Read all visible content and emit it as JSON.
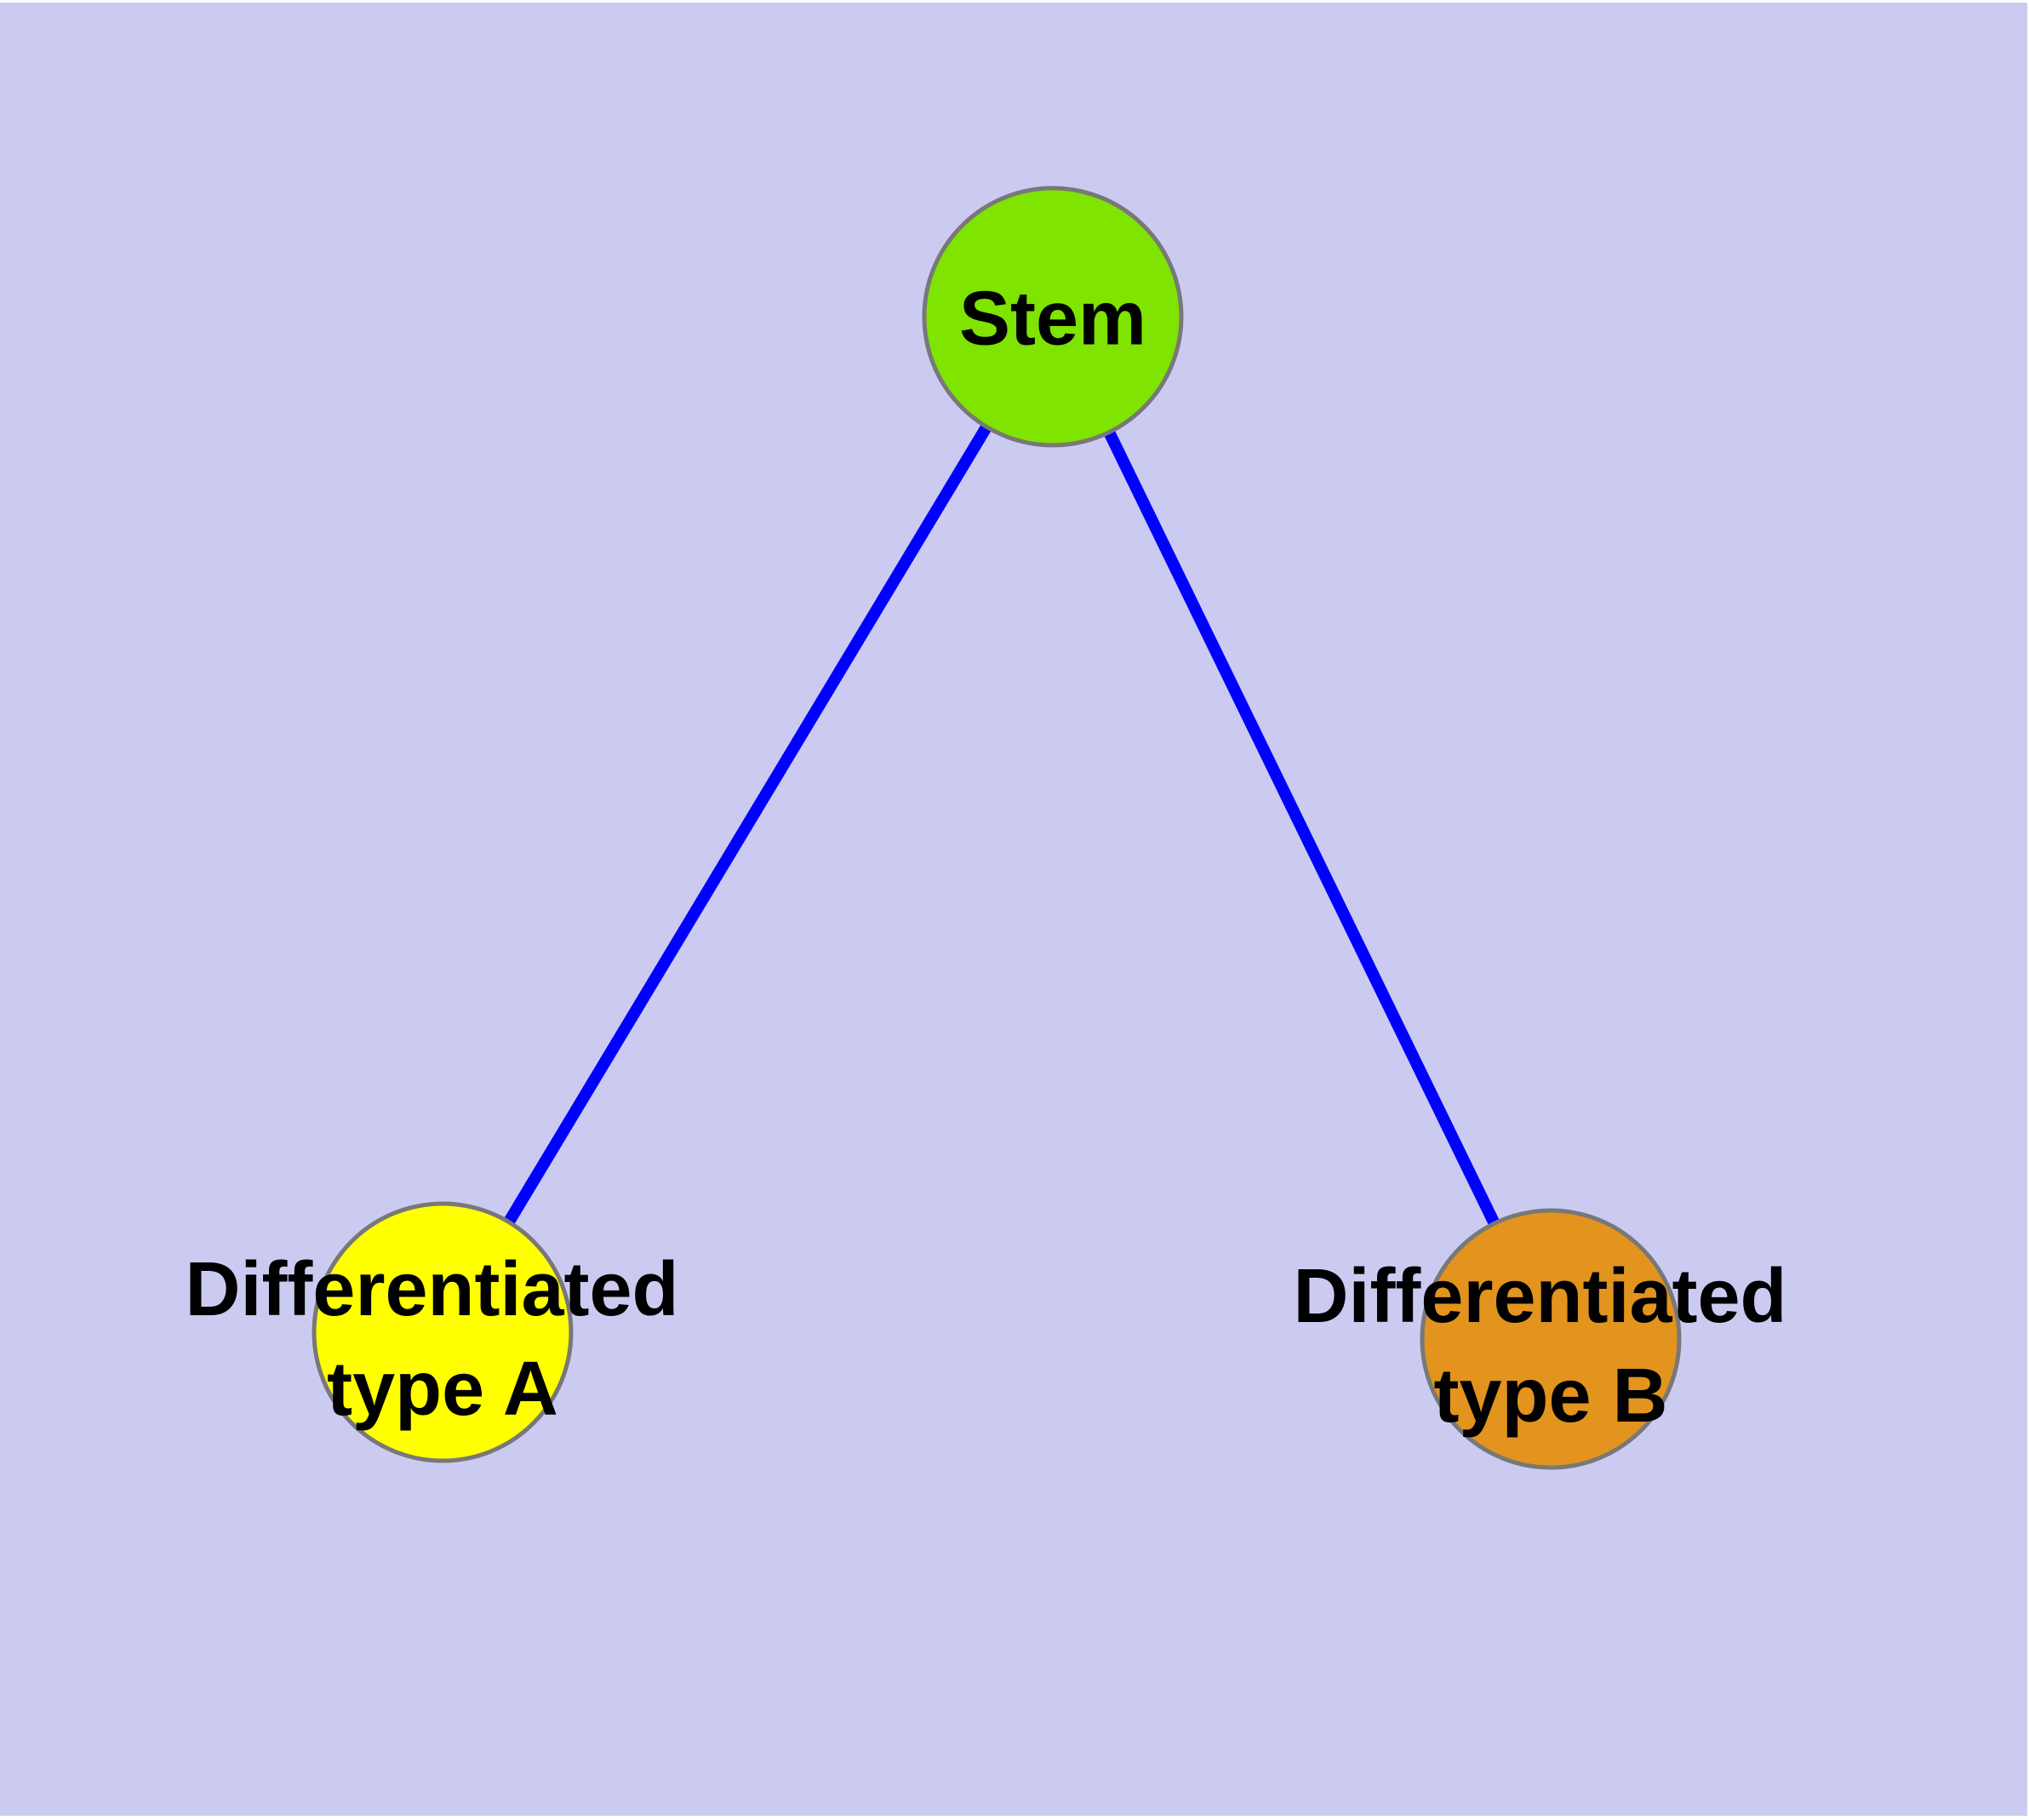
{
  "canvas": {
    "background_color": "#CBCBF2",
    "frame_color": "#FFFFFF"
  },
  "graph": {
    "type": "node-link-diagram",
    "edge_color": "#0000FF",
    "node_border_color": "#787878",
    "label_color": "#000000",
    "nodes": [
      {
        "id": "stem",
        "label": "Stem",
        "label_line1": "Stem",
        "label_line2": "",
        "fill": "#7EE400"
      },
      {
        "id": "typeA",
        "label": "Differentiated type A",
        "label_line1": "Differentiated",
        "label_line2": "type A",
        "fill": "#FFFF00"
      },
      {
        "id": "typeB",
        "label": "Differentiated type B",
        "label_line1": "Differentiated",
        "label_line2": "type B",
        "fill": "#E2941E"
      }
    ],
    "edges": [
      {
        "from": "Stem",
        "to": "Differentiated type A"
      },
      {
        "from": "Stem",
        "to": "Differentiated type B"
      }
    ]
  }
}
